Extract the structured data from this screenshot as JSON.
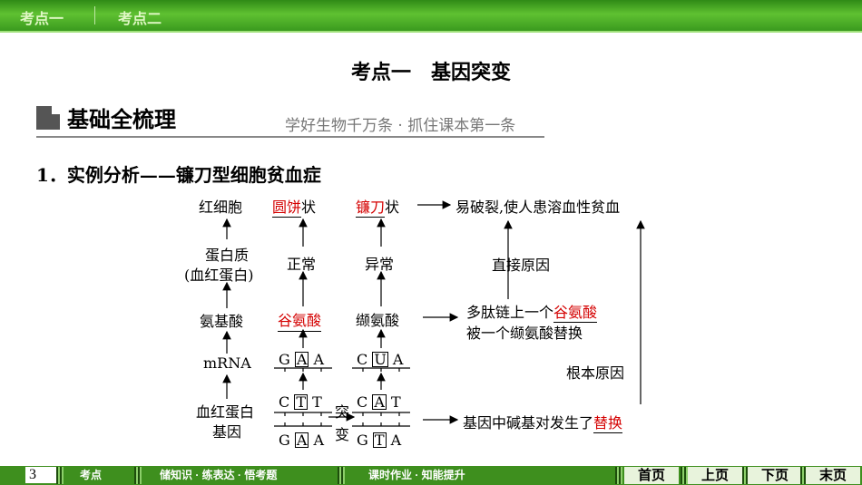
{
  "nav": {
    "tab1": "考点一",
    "tab2": "考点二"
  },
  "title": "考点一　基因突变",
  "section": {
    "title": "基础全梳理",
    "motto": "学好生物千万条 · 抓住课本第一条"
  },
  "heading": "1．实例分析——镰刀型细胞贫血症",
  "diagram": {
    "col1": [
      "红细胞",
      "蛋白质",
      "(血红蛋白)",
      "氨基酸",
      "mRNA",
      "血红蛋白",
      "基因"
    ],
    "normal": {
      "shape": "圆饼",
      "shape_suffix": "状",
      "protein": "正常",
      "amino": "谷氨酸",
      "mrna": [
        "G",
        "A",
        "A"
      ],
      "dna_top": [
        "C",
        "T",
        "T"
      ],
      "dna_bottom": [
        "G",
        "A",
        "A"
      ]
    },
    "mutation_label": [
      "突",
      "变"
    ],
    "abnormal": {
      "shape": "镰刀",
      "shape_suffix": "状",
      "protein": "异常",
      "amino": "缬氨酸",
      "mrna": [
        "C",
        "U",
        "A"
      ],
      "dna_top": [
        "C",
        "A",
        "T"
      ],
      "dna_bottom": [
        "G",
        "T",
        "A"
      ]
    },
    "result": "易破裂,使人患溶血性贫血",
    "direct_cause": "直接原因",
    "amino_change_1": "多肽链上一个",
    "amino_change_red": "谷氨酸",
    "amino_change_2": "被一个缬氨酸替换",
    "root_cause": "根本原因",
    "gene_change": "基因中碱基对发生了",
    "gene_change_red": "替换"
  },
  "footer": {
    "page": "3",
    "item1": "考点",
    "item2": "储知识 · 练表达 · 悟考题",
    "item3": "课时作业 · 知能提升",
    "btn_first": "首页",
    "btn_prev": "上页",
    "btn_next": "下页",
    "btn_last": "末页"
  }
}
